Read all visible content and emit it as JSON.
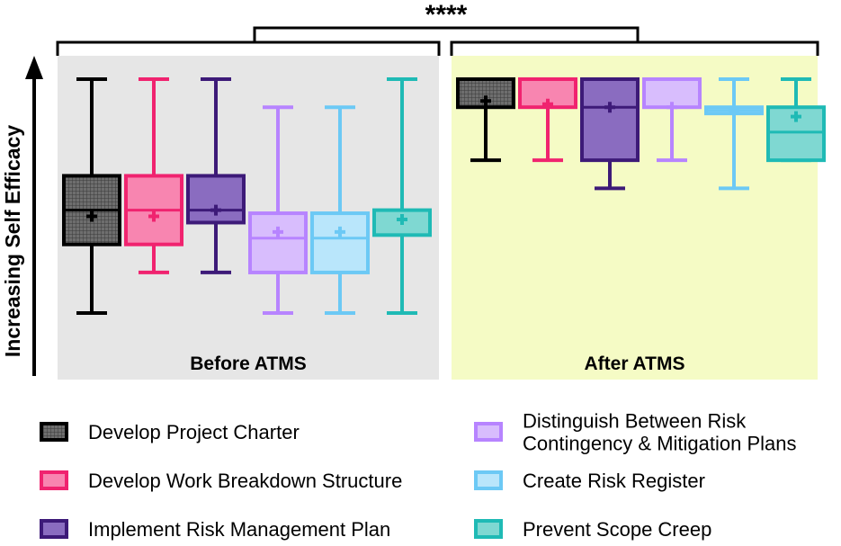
{
  "chart_data": {
    "type": "box",
    "significance": "****",
    "ylabel": "Increasing Self Efficacy",
    "ylim": [
      0,
      10
    ],
    "yticks": "none",
    "panels": [
      {
        "label": "Before ATMS",
        "background": "#e6e6e6",
        "boxes": [
          {
            "series": 0,
            "min": 1.0,
            "q1": 3.2,
            "median": 4.3,
            "q3": 5.4,
            "max": 8.5,
            "mean": 4.1
          },
          {
            "series": 1,
            "min": 2.3,
            "q1": 3.2,
            "median": 4.3,
            "q3": 5.4,
            "max": 8.5,
            "mean": 4.1
          },
          {
            "series": 2,
            "min": 2.3,
            "q1": 3.9,
            "median": 4.3,
            "q3": 5.4,
            "max": 8.5,
            "mean": 4.3
          },
          {
            "series": 3,
            "min": 1.0,
            "q1": 2.3,
            "median": 3.4,
            "q3": 4.2,
            "max": 7.6,
            "mean": 3.6
          },
          {
            "series": 4,
            "min": 1.0,
            "q1": 2.3,
            "median": 3.4,
            "q3": 4.2,
            "max": 7.6,
            "mean": 3.6
          },
          {
            "series": 5,
            "min": 1.0,
            "q1": 3.5,
            "median": 4.3,
            "q3": 4.3,
            "max": 8.5,
            "mean": 4.0
          }
        ]
      },
      {
        "label": "After ATMS",
        "background": "#f5fbc5",
        "boxes": [
          {
            "series": 0,
            "min": 5.9,
            "q1": 7.6,
            "median": 7.6,
            "q3": 8.5,
            "max": 8.5,
            "mean": 7.8
          },
          {
            "series": 1,
            "min": 5.9,
            "q1": 7.6,
            "median": 7.6,
            "q3": 8.5,
            "max": 8.5,
            "mean": 7.7
          },
          {
            "series": 2,
            "min": 5.0,
            "q1": 5.9,
            "median": 7.6,
            "q3": 8.5,
            "max": 8.5,
            "mean": 7.6
          },
          {
            "series": 3,
            "min": 5.9,
            "q1": 7.6,
            "median": 7.6,
            "q3": 8.5,
            "max": 8.5,
            "mean": 7.6
          },
          {
            "series": 4,
            "min": 5.0,
            "q1": 7.4,
            "median": 7.5,
            "q3": 7.6,
            "max": 8.5,
            "mean": 7.5
          },
          {
            "series": 5,
            "min": 5.9,
            "q1": 5.9,
            "median": 6.8,
            "q3": 7.6,
            "max": 8.5,
            "mean": 7.3
          }
        ]
      }
    ],
    "series": [
      {
        "name": "Develop Project Charter",
        "color": "#000000",
        "fill": "#7a7a7a",
        "hatched": true
      },
      {
        "name": "Develop Work Breakdown Structure",
        "color": "#f0236f",
        "fill": "#f885b0",
        "hatched": false
      },
      {
        "name": "Implement Risk Management Plan",
        "color": "#3d1a78",
        "fill": "#8a6cc0",
        "hatched": false
      },
      {
        "name": "Distinguish Between Risk\nContingency & Mitigation Plans",
        "color": "#b784ff",
        "fill": "#d8bdfd",
        "hatched": false
      },
      {
        "name": "Create Risk Register",
        "color": "#6cc9f5",
        "fill": "#b9e6fb",
        "hatched": false
      },
      {
        "name": "Prevent Scope Creep",
        "color": "#1fbab5",
        "fill": "#7fd8d2",
        "hatched": false
      }
    ]
  }
}
